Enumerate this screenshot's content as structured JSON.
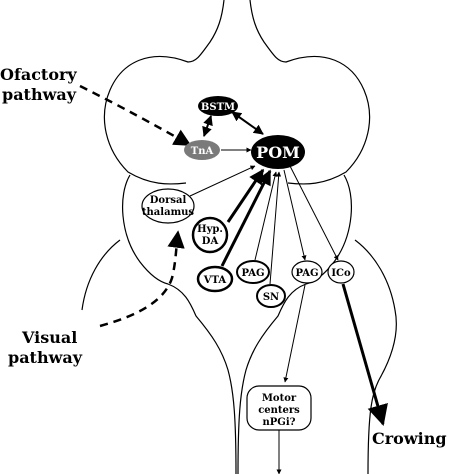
{
  "labels": {
    "olfactory_line1": "Ofactory",
    "olfactory_line2": "pathway",
    "visual_line1": "Visual",
    "visual_line2": "pathway",
    "crowing": "Crowing"
  },
  "nodes": {
    "bstm": "BSTM",
    "tna": "TnA",
    "pom": "POM",
    "dorsal_thalamus_line1": "Dorsal",
    "dorsal_thalamus_line2": "thalamus",
    "hyp_da_line1": "Hyp.",
    "hyp_da_line2": "DA",
    "vta": "VTA",
    "pag_left": "PAG",
    "sn": "SN",
    "pag_right": "PAG",
    "ico": "ICo",
    "motor_line1": "Motor",
    "motor_line2": "centers",
    "motor_line3": "nPGi?"
  },
  "colors": {
    "ink": "#000000",
    "tna_fill": "#7a7a7a",
    "background": "#ffffff"
  }
}
